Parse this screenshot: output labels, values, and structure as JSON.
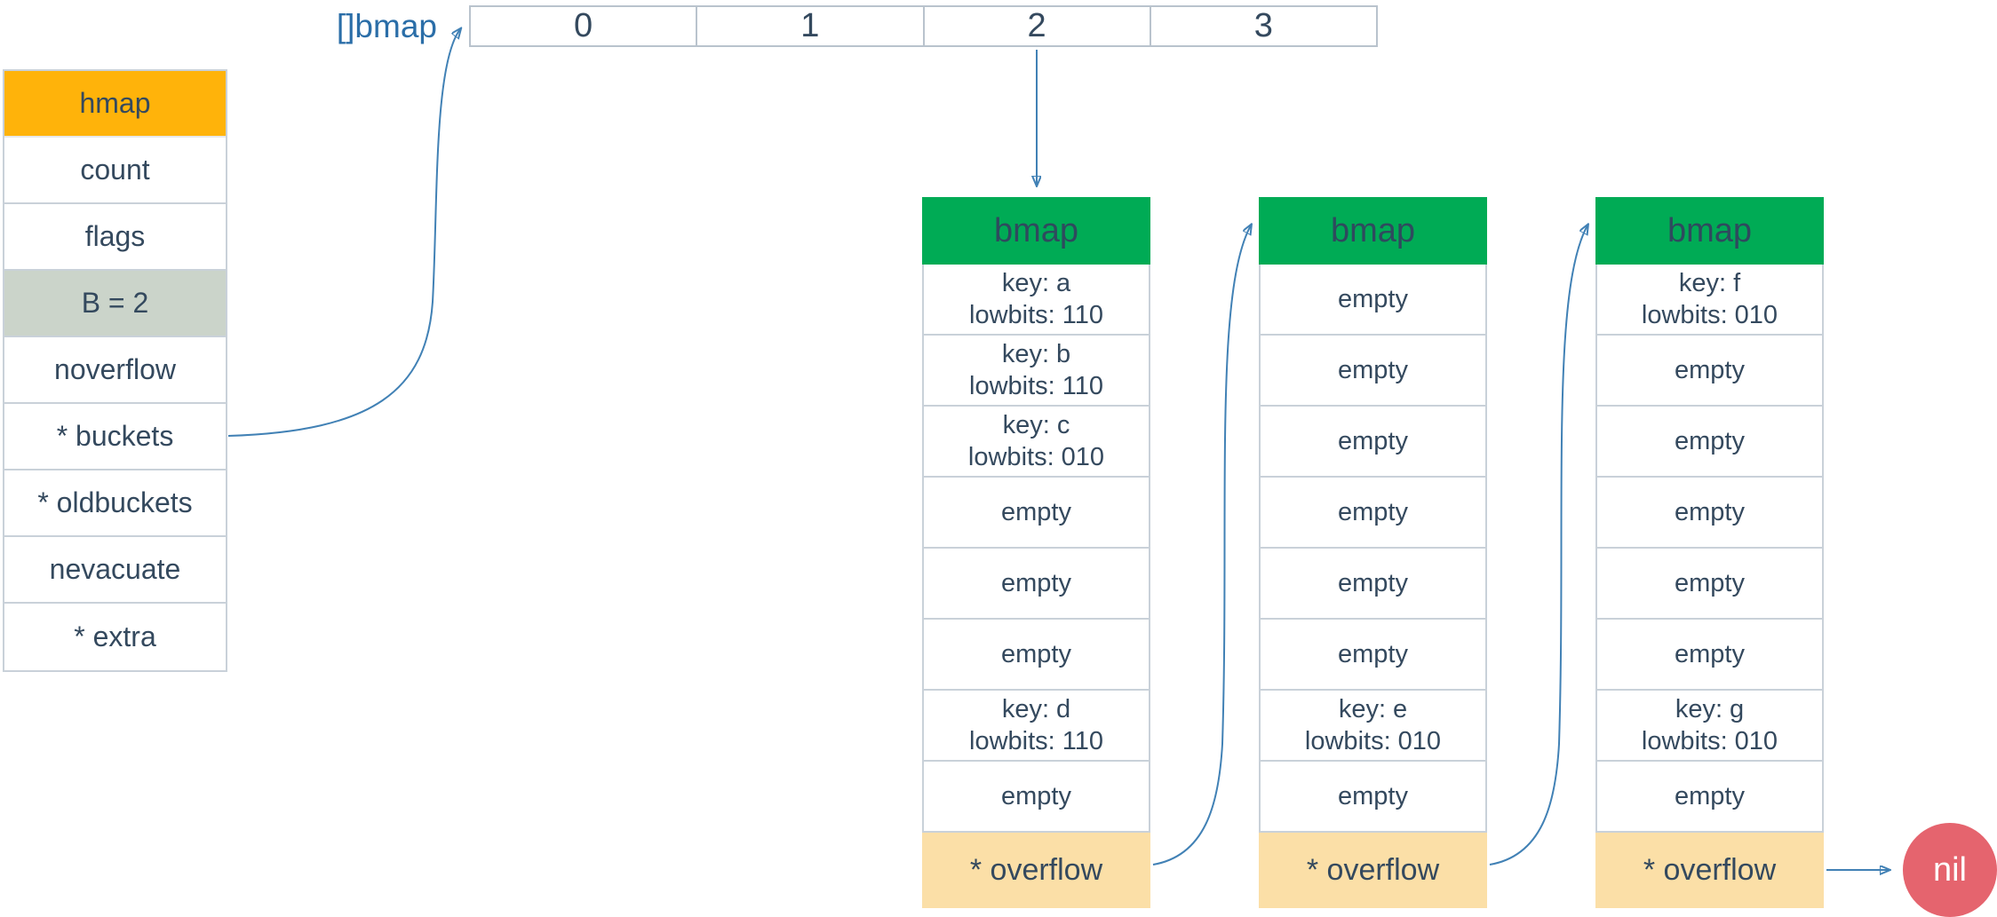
{
  "colors": {
    "hmap_header": "#FFB30A",
    "highlight_row": "#CBD4CA",
    "bmap_header": "#00AB55",
    "overflow_row": "#FBDFA7",
    "nil_circle": "#E5646E",
    "text_navy": "#34495E",
    "label_blue": "#2B6EA8",
    "arrow_blue": "#4181B5",
    "border_gray": "#C9D1D9"
  },
  "hmap": {
    "title": "hmap",
    "fields": [
      {
        "label": "count"
      },
      {
        "label": "flags"
      },
      {
        "label": "B = 2"
      },
      {
        "label": "noverflow"
      },
      {
        "label": "* buckets"
      },
      {
        "label": "* oldbuckets"
      },
      {
        "label": "nevacuate"
      },
      {
        "label": "* extra"
      }
    ]
  },
  "bucket_array": {
    "label": "[]bmap",
    "cells": [
      "0",
      "1",
      "2",
      "3"
    ]
  },
  "buckets": [
    {
      "header": "bmap",
      "slots": [
        {
          "line1": "key: a",
          "line2": "lowbits: 110"
        },
        {
          "line1": "key: b",
          "line2": "lowbits: 110"
        },
        {
          "line1": "key: c",
          "line2": "lowbits: 010"
        },
        {
          "line1": "empty"
        },
        {
          "line1": "empty"
        },
        {
          "line1": "empty"
        },
        {
          "line1": "key: d",
          "line2": "lowbits: 110"
        },
        {
          "line1": "empty"
        }
      ],
      "overflow": "* overflow"
    },
    {
      "header": "bmap",
      "slots": [
        {
          "line1": "empty"
        },
        {
          "line1": "empty"
        },
        {
          "line1": "empty"
        },
        {
          "line1": "empty"
        },
        {
          "line1": "empty"
        },
        {
          "line1": "empty"
        },
        {
          "line1": "key: e",
          "line2": "lowbits: 010"
        },
        {
          "line1": "empty"
        }
      ],
      "overflow": "* overflow"
    },
    {
      "header": "bmap",
      "slots": [
        {
          "line1": "key: f",
          "line2": "lowbits: 010"
        },
        {
          "line1": "empty"
        },
        {
          "line1": "empty"
        },
        {
          "line1": "empty"
        },
        {
          "line1": "empty"
        },
        {
          "line1": "empty"
        },
        {
          "line1": "key: g",
          "line2": "lowbits: 010"
        },
        {
          "line1": "empty"
        }
      ],
      "overflow": "* overflow"
    }
  ],
  "nil_node": {
    "label": "nil"
  }
}
